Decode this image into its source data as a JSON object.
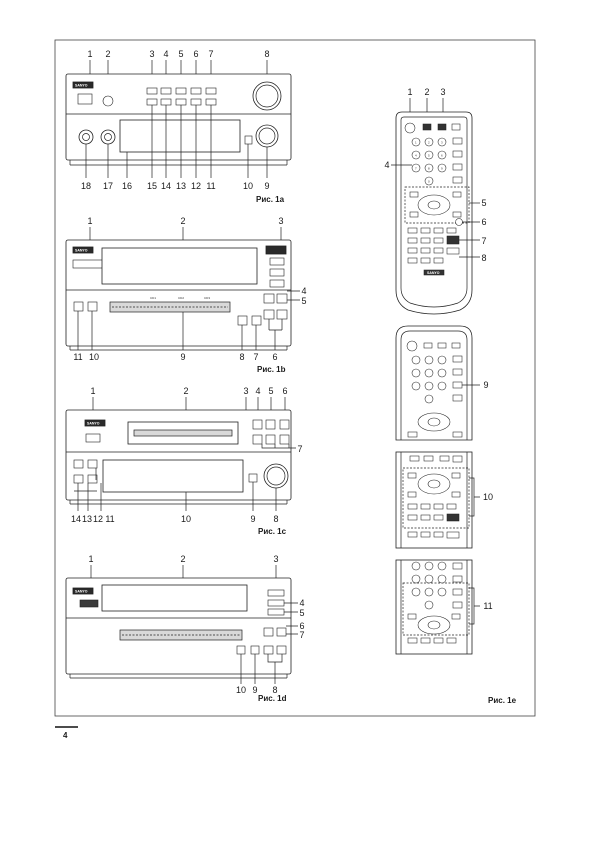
{
  "figures": {
    "fig_1a": {
      "caption": "Рис. 1а",
      "logo": "SANYO",
      "top_callouts": [
        "1",
        "2",
        "3",
        "4",
        "5",
        "6",
        "7",
        "8"
      ],
      "bottom_callouts": [
        "18",
        "17",
        "16",
        "15",
        "14",
        "13",
        "12",
        "11",
        "10",
        "9"
      ]
    },
    "fig_1b": {
      "caption": "Рис. 1b",
      "logo": "SANYO",
      "top_callouts": [
        "1",
        "2",
        "3"
      ],
      "right_callouts": [
        "4",
        "5"
      ],
      "bottom_callouts": [
        "11",
        "10",
        "9",
        "8",
        "7",
        "6"
      ]
    },
    "fig_1c": {
      "caption": "Рис. 1с",
      "logo": "SANYO",
      "top_callouts": [
        "1",
        "2",
        "3",
        "4",
        "5",
        "6"
      ],
      "right_callouts": [
        "7"
      ],
      "bottom_callouts": [
        "14",
        "13",
        "12",
        "11",
        "10",
        "9",
        "8"
      ]
    },
    "fig_1d": {
      "caption": "Рис. 1d",
      "logo": "SANYO",
      "top_callouts": [
        "1",
        "2",
        "3"
      ],
      "right_callouts": [
        "4",
        "5",
        "6",
        "7"
      ],
      "bottom_callouts": [
        "10",
        "9",
        "8"
      ]
    },
    "fig_1e": {
      "caption": "Рис. 1е",
      "logo": "SANYO",
      "remote_callouts": [
        "1",
        "2",
        "3",
        "4",
        "5",
        "6",
        "7",
        "8",
        "9",
        "10",
        "11"
      ],
      "keypad_digits": [
        "1",
        "2",
        "3",
        "4",
        "5",
        "6",
        "7",
        "8",
        "9",
        "0"
      ]
    }
  },
  "page_number": "4"
}
